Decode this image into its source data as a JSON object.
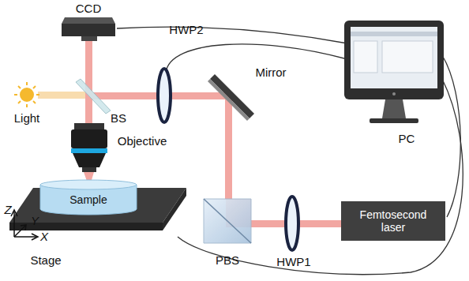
{
  "diagram": {
    "nodes": [
      {
        "text": [
          "Sample"
        ]
      },
      {
        "text": [
          "Femtosecond laser"
        ]
      }
    ],
    "labels": [
      "CCD",
      "HWP2",
      "Mirror",
      "Light",
      "BS",
      "Objective",
      "PC",
      "Z",
      "Y",
      "X",
      "Stage",
      "PBS",
      "HWP1"
    ]
  }
}
